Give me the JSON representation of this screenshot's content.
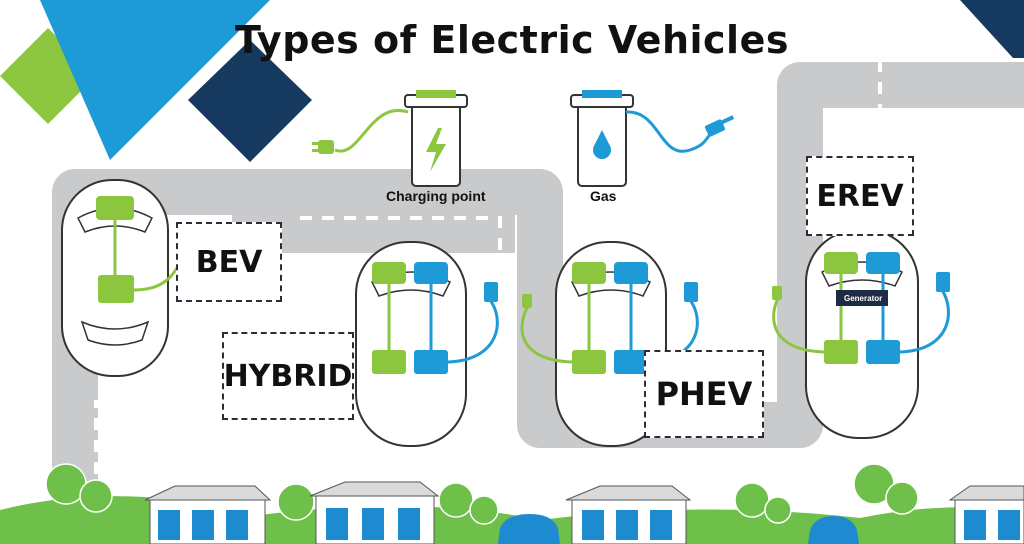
{
  "title": "Types of Electric Vehicles",
  "stations": {
    "charging": {
      "label": "Charging point",
      "icon": "lightning-bolt-icon"
    },
    "gas": {
      "label": "Gas",
      "icon": "fuel-drop-icon"
    }
  },
  "vehicles": [
    {
      "type": "BEV",
      "components": [
        "electric-motor",
        "battery"
      ]
    },
    {
      "type": "HYBRID",
      "components": [
        "electric-motor",
        "engine",
        "battery",
        "fuel-tank"
      ]
    },
    {
      "type": "PHEV",
      "components": [
        "electric-motor",
        "engine",
        "battery",
        "fuel-tank"
      ]
    },
    {
      "type": "EREV",
      "components": [
        "electric-motor",
        "engine",
        "generator",
        "battery",
        "fuel-tank"
      ]
    }
  ],
  "generator_label": "Generator",
  "colors": {
    "electric_green": "#8cc63f",
    "fuel_blue": "#1e9ad6",
    "navy": "#163a5f",
    "road_gray": "#c9cacc",
    "house_blue": "#1e8bd0",
    "grass_green": "#6fc04a"
  }
}
